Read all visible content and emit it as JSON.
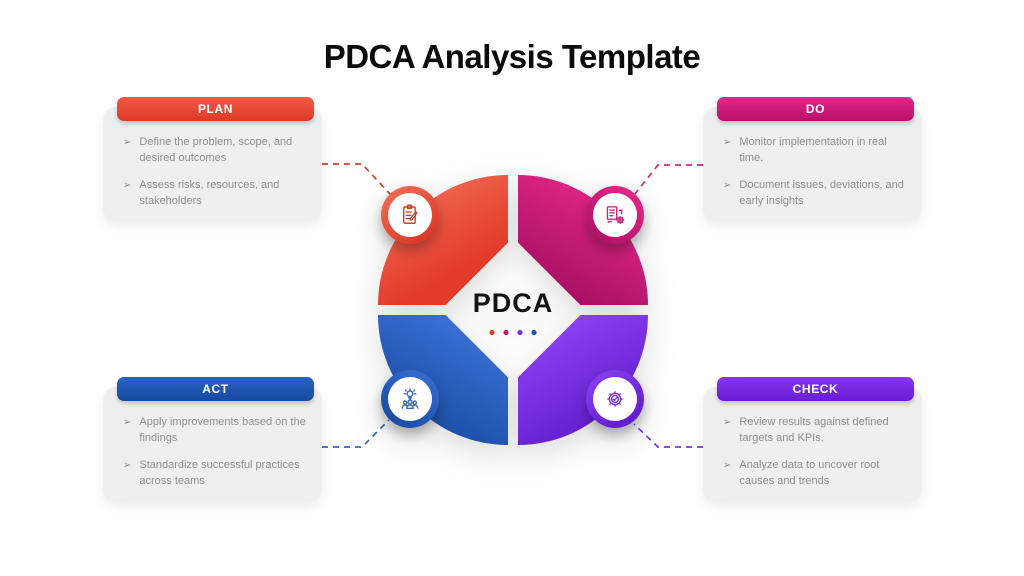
{
  "title": "PDCA Analysis Template",
  "bullet_marker": "➢",
  "center": {
    "label": "PDCA",
    "dot_colors": [
      "#e43a2a",
      "#d31573",
      "#7b2ee0",
      "#2456b4"
    ]
  },
  "cards": [
    {
      "id": "plan",
      "label": "PLAN",
      "accent": "#d0402c",
      "bullets": [
        "Define the problem, scope, and desired outcomes",
        "Assess risks, resources, and stakeholders"
      ]
    },
    {
      "id": "do",
      "label": "DO",
      "accent": "#cc2a80",
      "bullets": [
        "Monitor implementation in real time.",
        "Document issues, deviations, and early insights"
      ]
    },
    {
      "id": "act",
      "label": "ACT",
      "accent": "#3a68c2",
      "bullets": [
        "Apply improvements based on the findings",
        "Standardize successful practices across teams"
      ]
    },
    {
      "id": "check",
      "label": "CHECK",
      "accent": "#7a35e2",
      "bullets": [
        "Review results against defined targets and KPIs.",
        "Analyze data to uncover root causes and trends"
      ]
    }
  ]
}
